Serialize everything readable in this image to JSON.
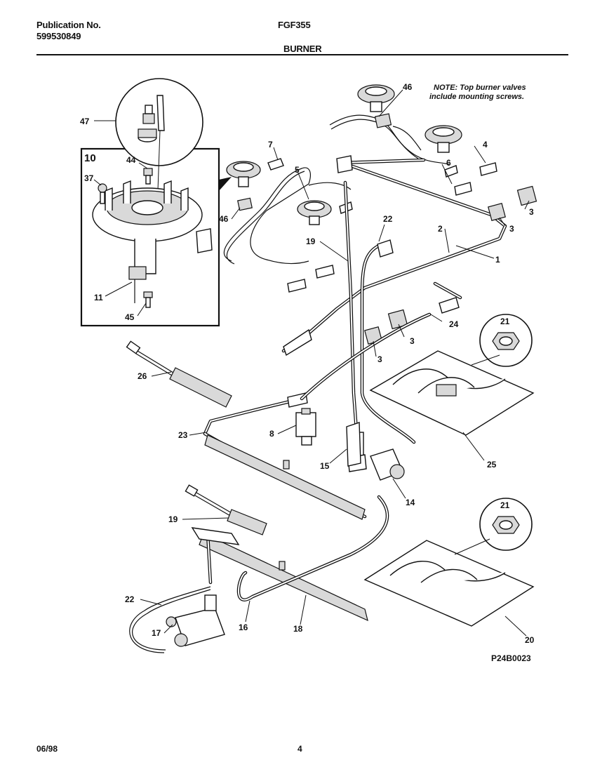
{
  "header": {
    "publication_label": "Publication No.",
    "publication_number": "599530849",
    "model": "FGF355",
    "section": "BURNER"
  },
  "note": {
    "line1": "NOTE: Top burner valves",
    "line2": "include mounting screws."
  },
  "callouts": {
    "c47": "47",
    "c10": "10",
    "c44": "44",
    "c37": "37",
    "c11": "11",
    "c45": "45",
    "c7": "7",
    "c5": "5",
    "c46a": "46",
    "c46b": "46",
    "c4": "4",
    "c6": "6",
    "c3a": "3",
    "c3b": "3",
    "c3c": "3",
    "c3d": "3",
    "c2": "2",
    "c1": "1",
    "c22a": "22",
    "c19a": "19",
    "c24": "24",
    "c21a": "21",
    "c26": "26",
    "c8": "8",
    "c23": "23",
    "c15": "15",
    "c14": "14",
    "c25": "25",
    "c19b": "19",
    "c21b": "21",
    "c22b": "22",
    "c17": "17",
    "c16": "16",
    "c18": "18",
    "c20": "20"
  },
  "drawing_code": "P24B0023",
  "footer": {
    "date": "06/98",
    "page": "4"
  }
}
